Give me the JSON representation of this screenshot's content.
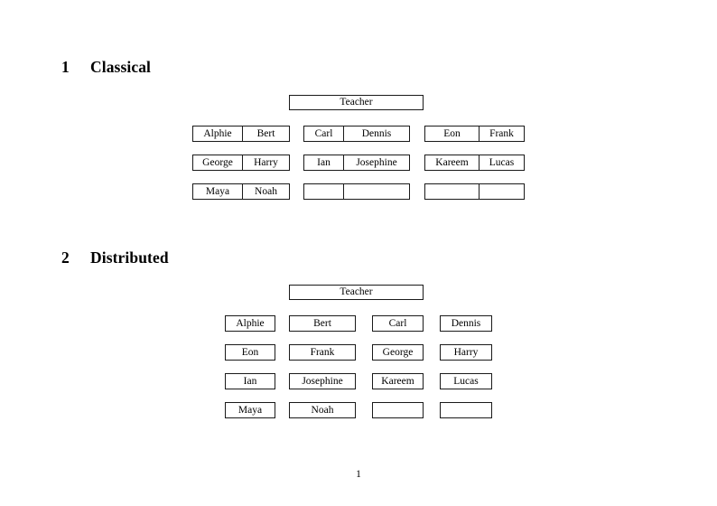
{
  "document": {
    "page_number": "1",
    "background_color": "#ffffff",
    "text_color": "#000000",
    "border_color": "#1a1a1a"
  },
  "sections": [
    {
      "number": "1",
      "title": "Classical",
      "teacher_label": "Teacher",
      "layout": "paired-groups",
      "groups": [
        {
          "rows": [
            [
              "Alphie",
              "Bert"
            ],
            [
              "George",
              "Harry"
            ],
            [
              "Maya",
              "Noah"
            ]
          ]
        },
        {
          "rows": [
            [
              "Carl",
              "Dennis"
            ],
            [
              "Ian",
              "Josephine"
            ],
            [
              "",
              ""
            ]
          ]
        },
        {
          "rows": [
            [
              "Eon",
              "Frank"
            ],
            [
              "Kareem",
              "Lucas"
            ],
            [
              "",
              ""
            ]
          ]
        }
      ]
    },
    {
      "number": "2",
      "title": "Distributed",
      "teacher_label": "Teacher",
      "layout": "single-boxes",
      "rows": [
        [
          "Alphie",
          "Bert",
          "Carl",
          "Dennis"
        ],
        [
          "Eon",
          "Frank",
          "George",
          "Harry"
        ],
        [
          "Ian",
          "Josephine",
          "Kareem",
          "Lucas"
        ],
        [
          "Maya",
          "Noah",
          "",
          ""
        ]
      ]
    }
  ]
}
